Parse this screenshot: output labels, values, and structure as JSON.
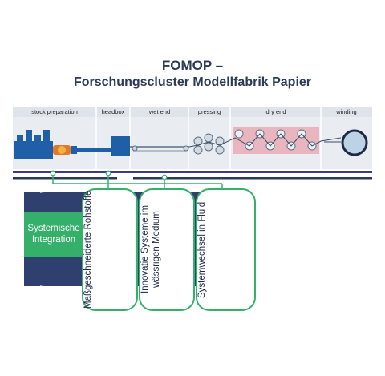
{
  "title": {
    "line1": "FOMOP –",
    "line2": "Forschungscluster Modellfabrik Papier"
  },
  "process": {
    "sections": [
      "stock preparation",
      "headbox",
      "wet end",
      "pressing",
      "dry end",
      "winding"
    ]
  },
  "boxes": {
    "integration": "Systemische Integration",
    "pillars": [
      "Maßgeschneiderte Rohstoffe",
      "Innovatie Systeme im wässrigen Medium",
      "Systemwechsel in Fluid"
    ]
  },
  "colors": {
    "navy": "#2b3a55",
    "green": "#35b06a",
    "purple": "#3e3a8a",
    "machine_blue": "#1f5fa8",
    "dryer_pink": "#e8a6b0"
  }
}
